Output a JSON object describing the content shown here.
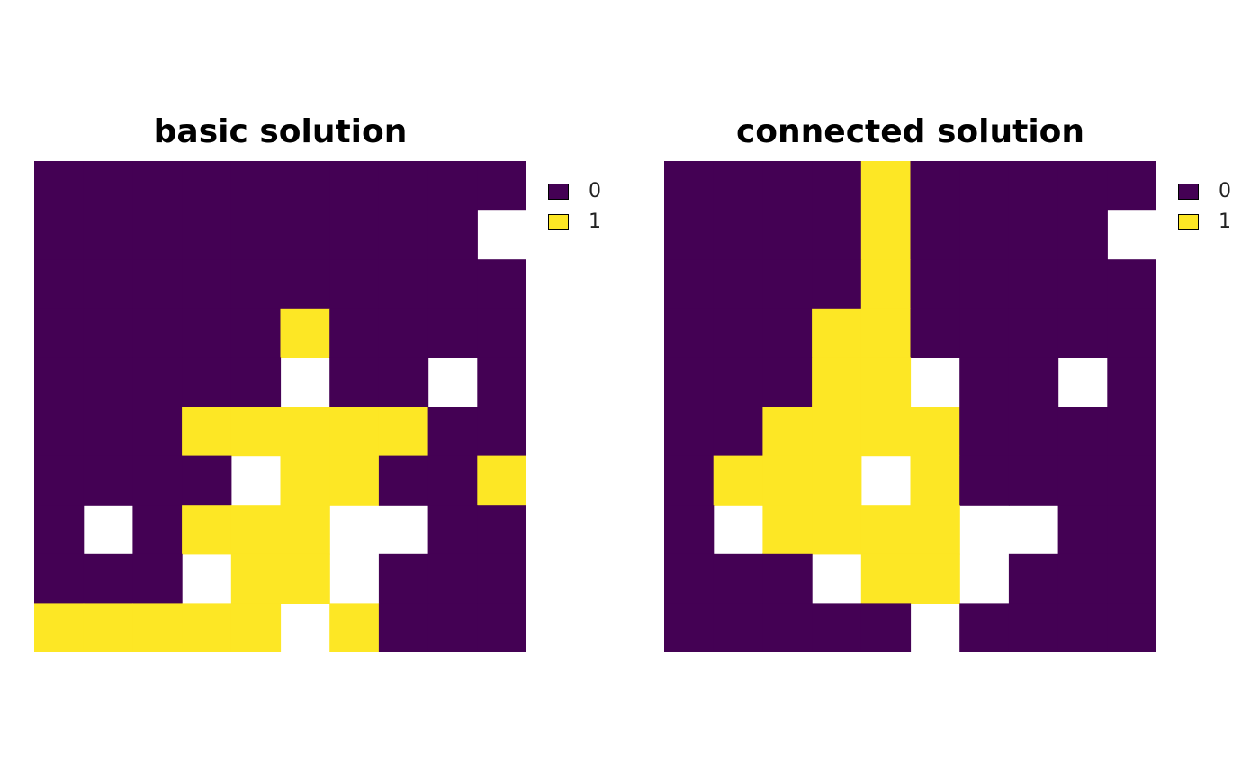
{
  "colors": {
    "0": "#440154",
    "1": "#FDE725"
  },
  "chart_data": [
    {
      "type": "heatmap",
      "title": "basic solution",
      "legend": {
        "position": "right",
        "entries": [
          "0",
          "1"
        ]
      },
      "rows": 10,
      "cols": 10,
      "values": [
        [
          0,
          0,
          0,
          0,
          0,
          0,
          0,
          0,
          0,
          0
        ],
        [
          0,
          0,
          0,
          0,
          0,
          0,
          0,
          0,
          0,
          null
        ],
        [
          0,
          0,
          0,
          0,
          0,
          0,
          0,
          0,
          0,
          0
        ],
        [
          0,
          0,
          0,
          0,
          0,
          1,
          0,
          0,
          0,
          0
        ],
        [
          0,
          0,
          0,
          0,
          0,
          null,
          0,
          0,
          null,
          0
        ],
        [
          0,
          0,
          0,
          1,
          1,
          1,
          1,
          1,
          0,
          0
        ],
        [
          0,
          0,
          0,
          0,
          null,
          1,
          1,
          0,
          0,
          1
        ],
        [
          0,
          null,
          0,
          1,
          1,
          1,
          null,
          null,
          0,
          0
        ],
        [
          0,
          0,
          0,
          null,
          1,
          1,
          null,
          0,
          0,
          0
        ],
        [
          1,
          1,
          1,
          1,
          1,
          null,
          1,
          0,
          0,
          0
        ]
      ]
    },
    {
      "type": "heatmap",
      "title": "connected solution",
      "legend": {
        "position": "right",
        "entries": [
          "0",
          "1"
        ]
      },
      "rows": 10,
      "cols": 10,
      "values": [
        [
          0,
          0,
          0,
          0,
          1,
          0,
          0,
          0,
          0,
          0
        ],
        [
          0,
          0,
          0,
          0,
          1,
          0,
          0,
          0,
          0,
          null
        ],
        [
          0,
          0,
          0,
          0,
          1,
          0,
          0,
          0,
          0,
          0
        ],
        [
          0,
          0,
          0,
          1,
          1,
          0,
          0,
          0,
          0,
          0
        ],
        [
          0,
          0,
          0,
          1,
          1,
          null,
          0,
          0,
          null,
          0
        ],
        [
          0,
          0,
          1,
          1,
          1,
          1,
          0,
          0,
          0,
          0
        ],
        [
          0,
          1,
          1,
          1,
          null,
          1,
          0,
          0,
          0,
          0
        ],
        [
          0,
          null,
          1,
          1,
          1,
          1,
          null,
          null,
          0,
          0
        ],
        [
          0,
          0,
          0,
          null,
          1,
          1,
          null,
          0,
          0,
          0
        ],
        [
          0,
          0,
          0,
          0,
          0,
          null,
          0,
          0,
          0,
          0
        ]
      ]
    }
  ]
}
